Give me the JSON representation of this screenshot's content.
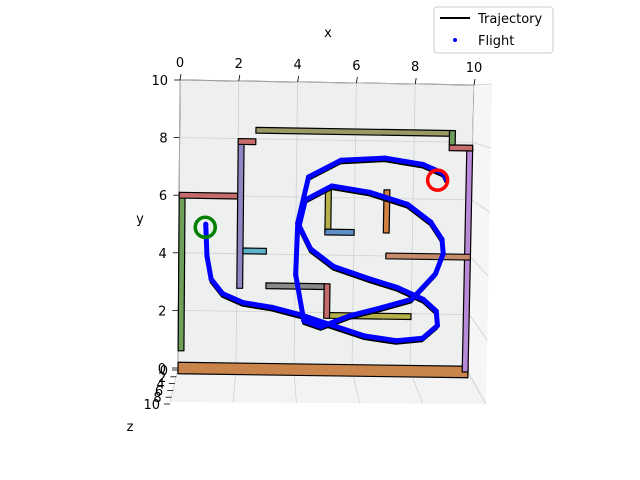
{
  "chart_data": {
    "type": "line",
    "title": "",
    "xlabel": "x",
    "ylabel": "y",
    "zlabel": "z",
    "xlim": [
      0,
      10
    ],
    "ylim": [
      0,
      10
    ],
    "zlim": [
      0,
      10
    ],
    "x_ticks": [
      "0",
      "2",
      "4",
      "6",
      "8",
      "10"
    ],
    "y_ticks": [
      "0",
      "2",
      "4",
      "6",
      "8",
      "10"
    ],
    "z_ticks": [
      "0",
      "2",
      "4",
      "6",
      "8",
      "10"
    ],
    "grid": true,
    "legend_position": "top-right",
    "colors": {
      "trajectory": "#000000",
      "flight": "#0000ff",
      "start": "#008000",
      "goal": "#ff0000"
    },
    "series": [
      {
        "name": "Trajectory",
        "type": "line",
        "x": [
          0.9,
          0.95,
          1.1,
          1.5,
          2.2,
          3.2,
          4.2,
          5.3,
          6.4,
          7.5,
          8.4,
          8.9,
          8.85,
          8.4,
          7.5,
          6.5,
          5.3,
          4.5,
          4.1,
          4.3,
          5.2,
          6.5,
          7.8,
          8.6,
          9.0,
          9.05,
          8.8,
          8.0,
          7.0,
          5.9,
          4.9,
          4.3,
          4.0,
          4.05,
          4.4,
          5.5,
          7.0,
          8.3,
          9.0,
          9.1
        ],
        "y": [
          4.9,
          3.8,
          3.0,
          2.5,
          2.2,
          2.05,
          1.8,
          1.45,
          1.1,
          0.95,
          1.05,
          1.5,
          2.0,
          2.4,
          2.8,
          3.1,
          3.5,
          4.1,
          4.9,
          5.8,
          6.3,
          6.1,
          5.7,
          5.1,
          4.5,
          4.0,
          3.3,
          2.4,
          2.1,
          1.8,
          1.4,
          1.6,
          3.2,
          5.0,
          6.6,
          7.2,
          7.3,
          7.1,
          6.8,
          6.6
        ]
      },
      {
        "name": "Flight",
        "type": "scatter",
        "x": [
          0.9,
          0.95,
          1.1,
          1.5,
          2.2,
          3.2,
          4.2,
          5.3,
          6.4,
          7.5,
          8.4,
          8.9,
          8.85,
          8.4,
          7.5,
          6.5,
          5.3,
          4.5,
          4.1,
          4.3,
          5.2,
          6.5,
          7.8,
          8.6,
          9.0,
          9.05,
          8.8,
          8.0,
          7.0,
          5.9,
          4.9,
          4.3,
          4.0,
          4.05,
          4.4,
          5.5,
          7.0,
          8.3,
          9.0,
          9.1
        ],
        "y": [
          4.9,
          3.8,
          3.0,
          2.5,
          2.2,
          2.05,
          1.8,
          1.45,
          1.1,
          0.95,
          1.05,
          1.5,
          2.0,
          2.4,
          2.8,
          3.1,
          3.5,
          4.1,
          4.9,
          5.8,
          6.3,
          6.1,
          5.7,
          5.1,
          4.5,
          4.0,
          3.3,
          2.4,
          2.1,
          1.8,
          1.4,
          1.6,
          3.2,
          5.0,
          6.6,
          7.2,
          7.3,
          7.1,
          6.8,
          6.6
        ]
      }
    ],
    "markers": {
      "start": {
        "x": 0.9,
        "y": 4.9,
        "color": "#008000"
      },
      "goal": {
        "x": 9.1,
        "y": 6.6,
        "color": "#ff0000"
      }
    },
    "obstacles": [
      {
        "x": [
          0.0,
          10.0
        ],
        "y": [
          -0.2,
          0.2
        ],
        "color": "#c8844a"
      },
      {
        "x": [
          9.8,
          10.0
        ],
        "y": [
          0.0,
          7.8
        ],
        "color": "#b88ad8"
      },
      {
        "x": [
          0.0,
          0.2
        ],
        "y": [
          0.6,
          6.0
        ],
        "color": "#6fa05a"
      },
      {
        "x": [
          0.0,
          2.0
        ],
        "y": [
          5.9,
          6.1
        ],
        "color": "#c46b6b"
      },
      {
        "x": [
          2.0,
          2.2
        ],
        "y": [
          2.8,
          7.9
        ],
        "color": "#8f86c4"
      },
      {
        "x": [
          2.0,
          2.6
        ],
        "y": [
          7.8,
          8.0
        ],
        "color": "#c46b6b"
      },
      {
        "x": [
          2.6,
          9.2
        ],
        "y": [
          8.2,
          8.4
        ],
        "color": "#999966"
      },
      {
        "x": [
          9.2,
          10.0
        ],
        "y": [
          7.7,
          7.9
        ],
        "color": "#c46b6b"
      },
      {
        "x": [
          2.2,
          3.0
        ],
        "y": [
          4.0,
          4.2
        ],
        "color": "#5fb3c9"
      },
      {
        "x": [
          3.0,
          5.0
        ],
        "y": [
          2.8,
          3.0
        ],
        "color": "#8a8a8a"
      },
      {
        "x": [
          5.0,
          5.2
        ],
        "y": [
          1.8,
          3.0
        ],
        "color": "#c46b6b"
      },
      {
        "x": [
          5.2,
          8.0
        ],
        "y": [
          1.8,
          2.0
        ],
        "color": "#b5b14a"
      },
      {
        "x": [
          7.1,
          10.0
        ],
        "y": [
          3.9,
          4.1
        ],
        "color": "#c48a6b"
      },
      {
        "x": [
          5.0,
          5.2
        ],
        "y": [
          4.8,
          6.3
        ],
        "color": "#b5b14a"
      },
      {
        "x": [
          5.0,
          6.0
        ],
        "y": [
          4.7,
          4.9
        ],
        "color": "#5f8fc9"
      },
      {
        "x": [
          7.0,
          7.2
        ],
        "y": [
          4.8,
          6.3
        ],
        "color": "#d08040"
      },
      {
        "x": [
          9.2,
          9.4
        ],
        "y": [
          7.9,
          8.4
        ],
        "color": "#6fa05a"
      }
    ]
  }
}
